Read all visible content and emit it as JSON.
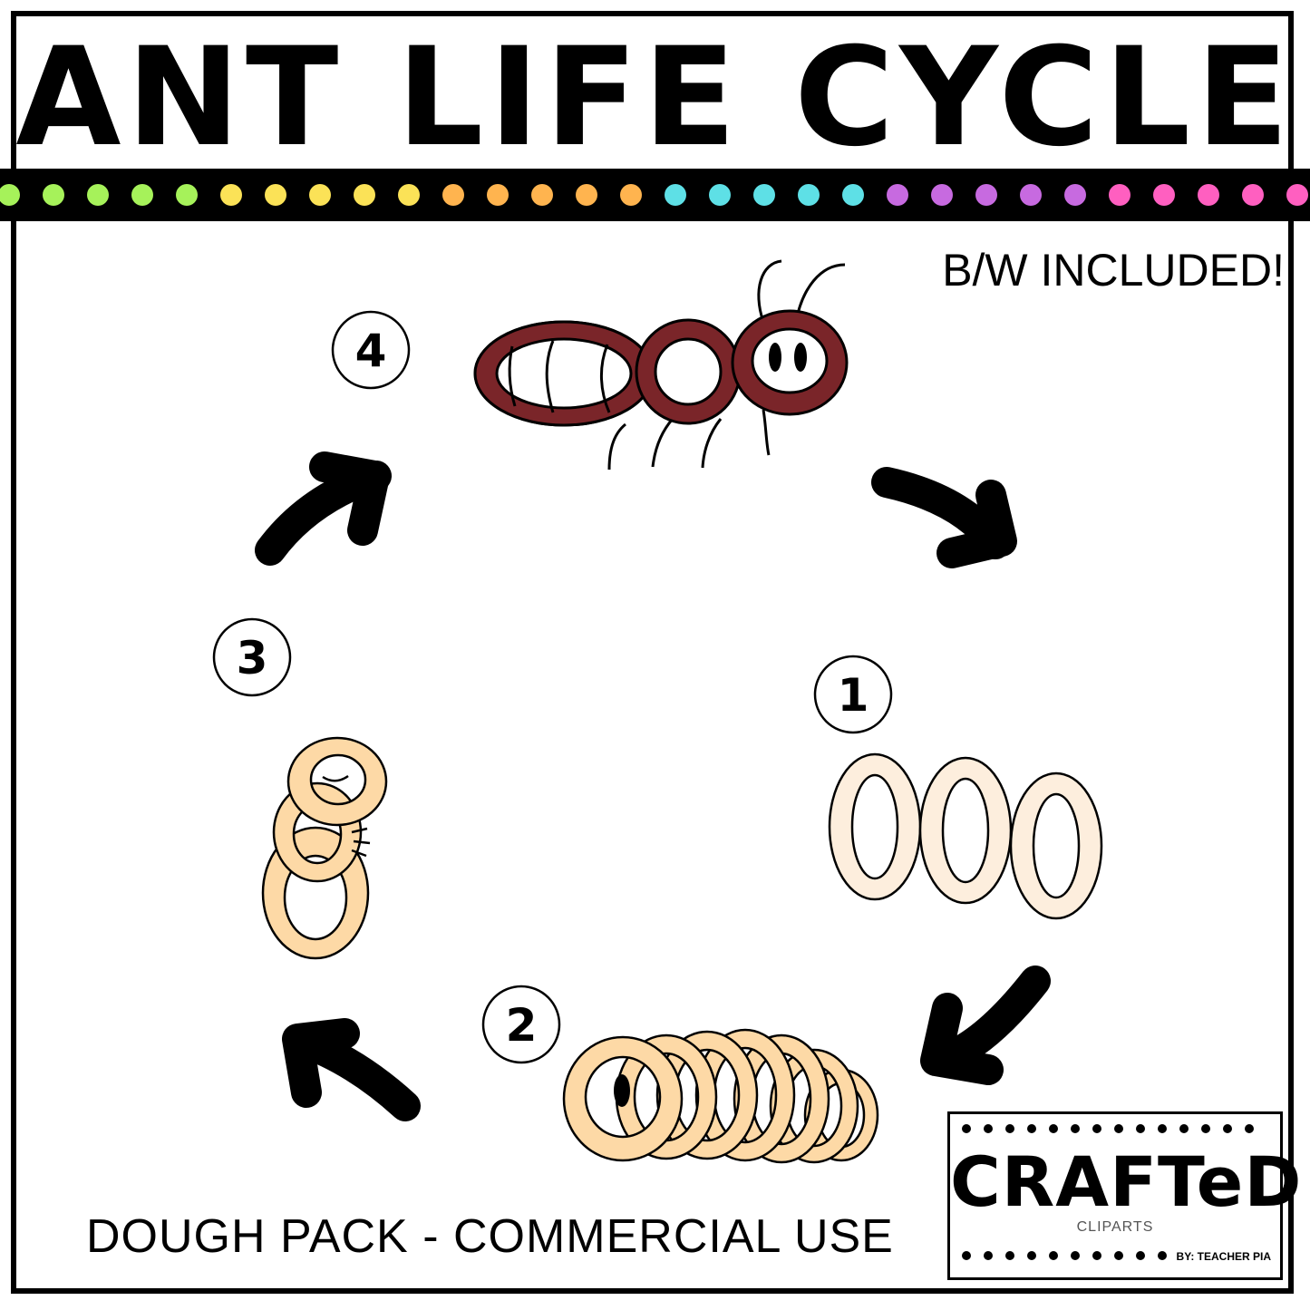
{
  "title": "ANT LIFE CYCLE",
  "note": "B/W INCLUDED!",
  "footer": "DOUGH PACK - COMMERCIAL USE",
  "stages": [
    {
      "number": "1",
      "stage": "egg"
    },
    {
      "number": "2",
      "stage": "larva"
    },
    {
      "number": "3",
      "stage": "pupa"
    },
    {
      "number": "4",
      "stage": "adult ant"
    }
  ],
  "logo": {
    "word": "CRAFTeD",
    "sub": "CLIPARTS",
    "by": "BY: TEACHER PIA"
  },
  "colors": {
    "ant": "#7a2529",
    "egg": "#fdeedd",
    "dough": "#fdd9a6",
    "outline": "#000000",
    "dots": [
      "#a6f25a",
      "#fbe257",
      "#ffb44f",
      "#5ee0e6",
      "#c76ae0",
      "#ff5fc0"
    ]
  },
  "icons": [
    "arrow-icon",
    "number-circle-icon"
  ]
}
